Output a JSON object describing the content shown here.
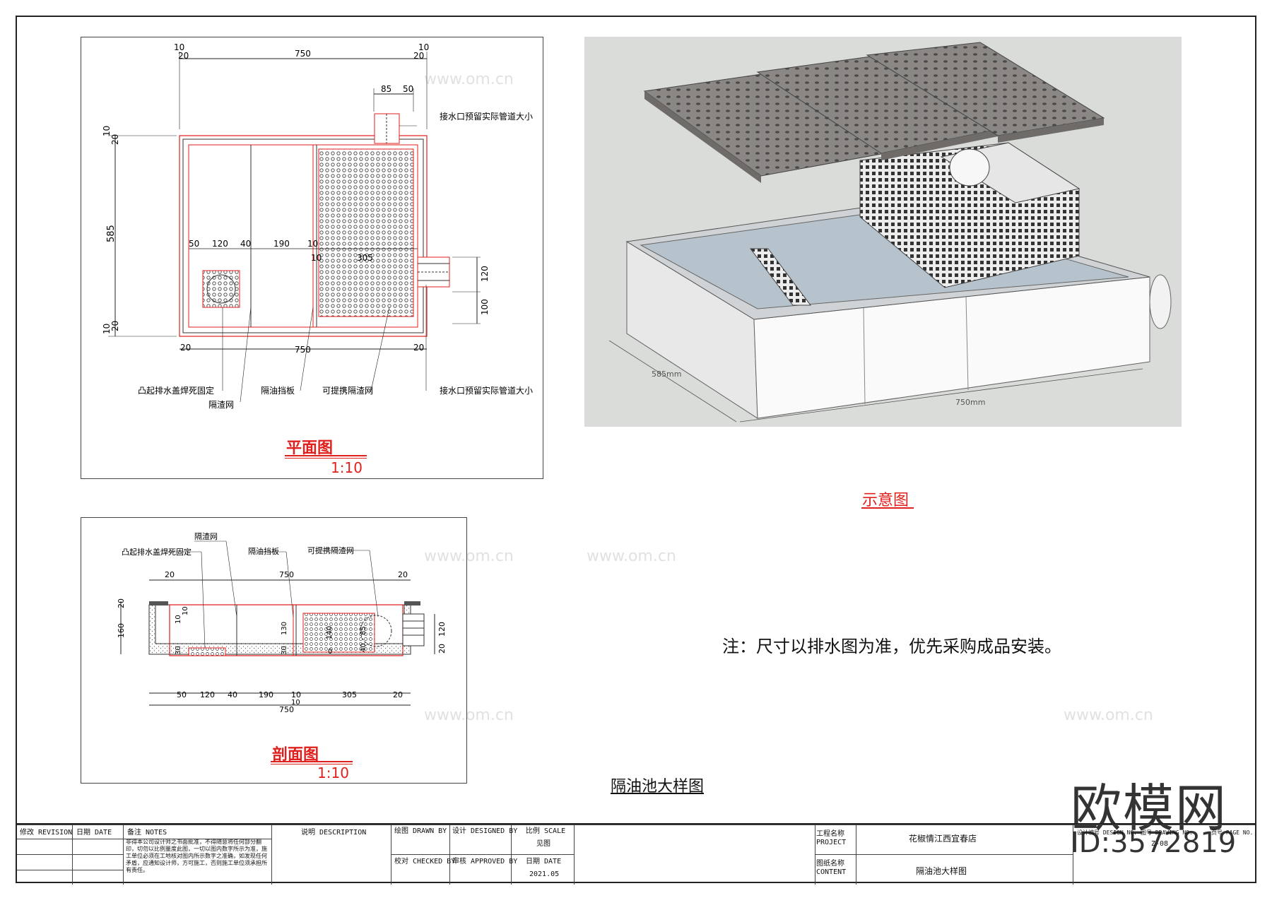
{
  "plan": {
    "title": "平面图",
    "scale": "1:10",
    "dims": {
      "top_small_a": "10",
      "top_small_b": "20",
      "top_total": "750",
      "top_small_c": "20",
      "top_small_d": "10",
      "pipe_w": "85",
      "pipe_gap": "50",
      "left_top_a": "10",
      "left_top_b": "20",
      "left_height": "585",
      "left_bot_a": "10",
      "left_bot_b": "20",
      "inner_50": "50",
      "inner_120": "120",
      "inner_40": "40",
      "inner_190": "190",
      "inner_10a": "10",
      "inner_10b": "10",
      "inner_305": "305",
      "right_120": "120",
      "right_100": "100",
      "bot_20a": "20",
      "bot_total": "750",
      "bot_20b": "20"
    },
    "labels": {
      "inlet_top": "接水口预留实际管道大小",
      "drain_cover": "凸起排水盖焊死固定",
      "screen": "隔渣网",
      "baffle": "隔油挡板",
      "basket": "可提携隔渣网",
      "inlet_side": "接水口预留实际管道大小"
    }
  },
  "section": {
    "title": "剖面图",
    "scale": "1:10",
    "labels": {
      "screen": "隔渣网",
      "drain_cover": "凸起排水盖焊死固定",
      "baffle": "隔油挡板",
      "basket": "可提携隔渣网"
    },
    "dims": {
      "top_20a": "20",
      "top_total": "750",
      "top_20b": "20",
      "left_20": "20",
      "left_160": "160",
      "d_10a": "10",
      "d_10b": "10",
      "d_30a": "30",
      "d_130": "130",
      "d_30b": "30",
      "d_140": "140",
      "d_85": "85",
      "d_40": "40",
      "d_0": "0",
      "right_120": "120",
      "right_20": "20",
      "b_50": "50",
      "b_120": "120",
      "b_40": "40",
      "b_190": "190",
      "b_10a": "10",
      "b_10b": "10",
      "b_305": "305",
      "b_20": "20",
      "b_total": "750"
    }
  },
  "render": {
    "title": "示意图",
    "dim_depth": "585mm",
    "dim_width": "750mm"
  },
  "note": "注：尺寸以排水图为准，优先采购成品安装。",
  "drawing_title": "隔油池大样图",
  "title_block": {
    "revision": "修改 REVISION",
    "date": "日期 DATE",
    "notes_head": "备注 NOTES",
    "notes_body": "非得本公司设计师之书面批准，不得随意将任何部分翻印，切勿以比例量度此图，一切以图内数字所示为准，施工单位必须在工地核对图内所示数字之准确，如发现任何矛盾，应通知设计师，方可施工，否则施工单位须承担所有责任。",
    "description": "说明 DESCRIPTION",
    "drawn_by": "绘图 DRAWN BY",
    "designed_by": "设计 DESIGNED BY",
    "scale_label": "比例 SCALE",
    "scale_value": "见图",
    "checked_by": "校对 CHECKED BY",
    "approved_by": "审核 APPROVED BY",
    "date_label": "日期 DATE",
    "date_value": "2021.05",
    "project_label": "工程名称 PROJECT",
    "project_value": "花椒情江西宜春店",
    "content_label": "图纸名称 CONTENT",
    "content_value": "隔油池大样图",
    "design_no": "设计编号 DESIGN NO.",
    "drawing_no": "图号 DRAWING NO.",
    "drawing_no_value": "Z-08",
    "page_no": "页号 PAGE NO."
  },
  "watermark": {
    "logo": "欧模网",
    "id": "ID:3572819",
    "site": "www.om.cn"
  },
  "colors": {
    "accent_red": "#e0201c",
    "line": "#222222",
    "render_bg": "#d9dcd8"
  }
}
